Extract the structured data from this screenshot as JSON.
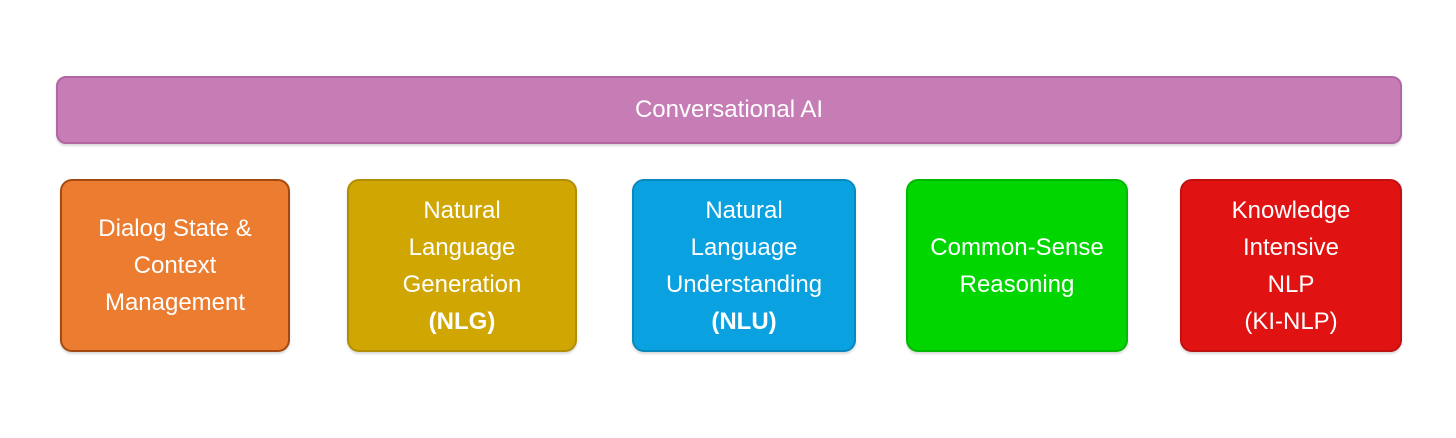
{
  "page": {
    "background": "#FFFFFF",
    "text_color": "#FFFFFF"
  },
  "banner": {
    "label": "Conversational AI",
    "fill": "#C67CB5",
    "border": "#B067A2"
  },
  "boxes": [
    {
      "name": "dialog-state-context-management",
      "fill": "#EC7C2F",
      "border": "#A34A12",
      "lines": [
        "Dialog State &",
        "Context",
        "Management"
      ]
    },
    {
      "name": "natural-language-generation",
      "fill": "#CFA602",
      "border": "#B18E03",
      "lines": [
        "Natural",
        "Language",
        "Generation",
        "(NLG)"
      ],
      "abbrev_bold": true
    },
    {
      "name": "natural-language-understanding",
      "fill": "#0AA1E0",
      "border": "#0889BE",
      "lines": [
        "Natural",
        "Language",
        "Understanding",
        "(NLU)"
      ],
      "abbrev_bold": true
    },
    {
      "name": "common-sense-reasoning",
      "fill": "#01D601",
      "border": "#02B902",
      "lines": [
        "Common-Sense",
        "Reasoning"
      ]
    },
    {
      "name": "knowledge-intensive-nlp",
      "fill": "#E11212",
      "border": "#C01010",
      "lines": [
        "Knowledge",
        "Intensive",
        "NLP",
        "(KI-NLP)"
      ],
      "abbrev_bold": false
    }
  ]
}
